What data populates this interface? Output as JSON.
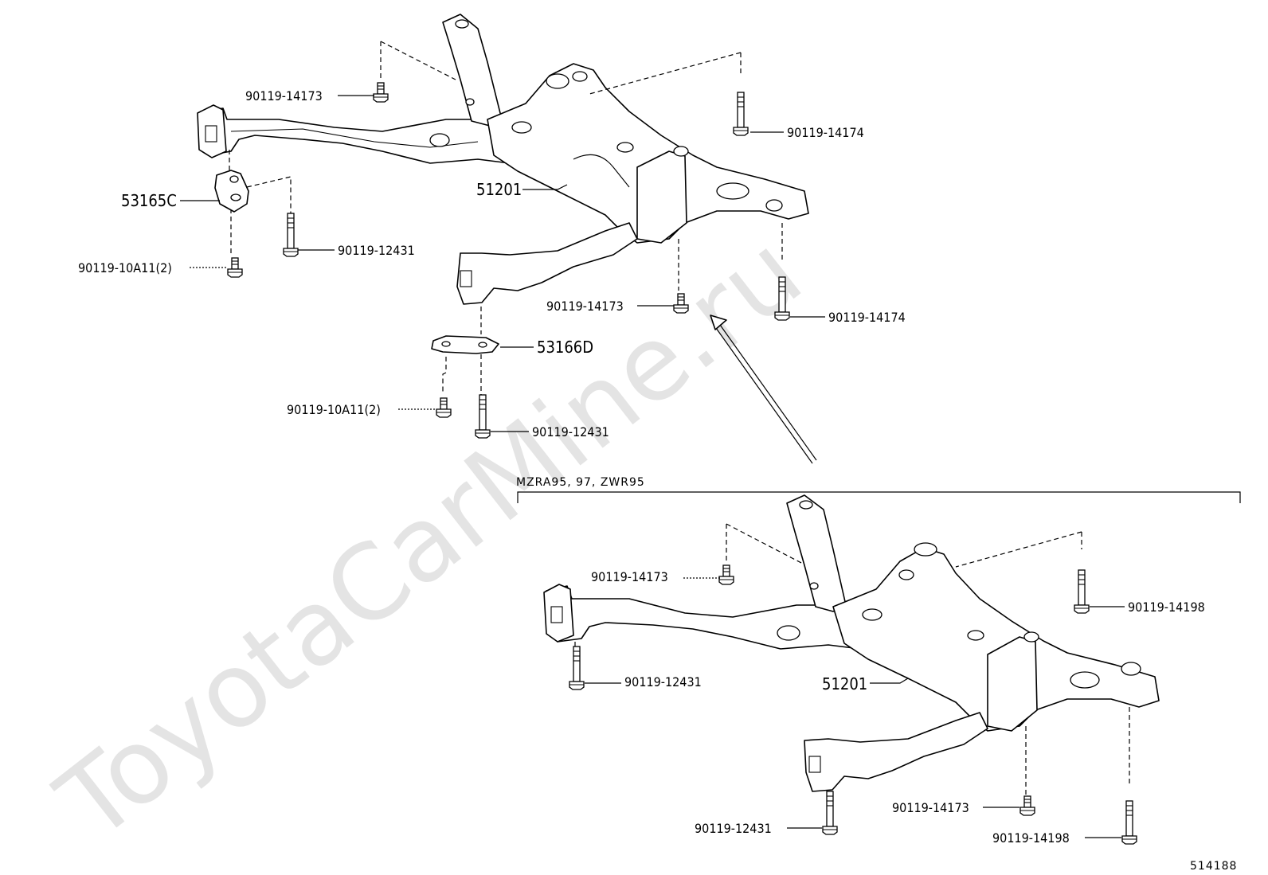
{
  "watermark": "ToyotaCarMine.ru",
  "diagram_code": "514188",
  "variant_label": "MZRA95, 97, ZWR95",
  "upper_assembly": {
    "crossmember": "51201",
    "bracket_left": "53165C",
    "bracket_right": "53166D",
    "bolt_rear_left": "90119-14173",
    "bolt_rear_right": "90119-14174",
    "bolt_bracket_left_long": "90119-12431",
    "bolt_bracket_left_short": "90119-10A11(2)",
    "bolt_front_right_short": "90119-14173",
    "bolt_front_right_long": "90119-14174",
    "bolt_bracket_right_short": "90119-10A11(2)",
    "bolt_bracket_right_long": "90119-12431"
  },
  "lower_assembly": {
    "crossmember": "51201",
    "bolt_rear_left": "90119-14173",
    "bolt_rear_right": "90119-14198",
    "bolt_front_left": "90119-12431",
    "bolt_front_bottom": "90119-12431",
    "bolt_mid": "90119-14173",
    "bolt_right_bottom": "90119-14198"
  }
}
